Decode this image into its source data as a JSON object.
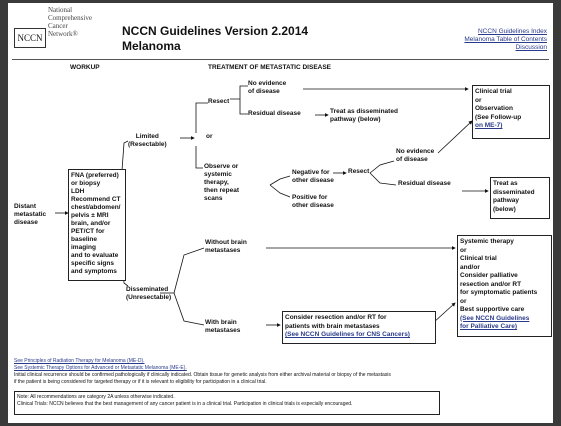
{
  "header": {
    "logo_text": "NCCN",
    "org_lines": [
      "National",
      "Comprehensive",
      "Cancer",
      "Network®"
    ],
    "title": "NCCN Guidelines Version 2.2014",
    "subtitle": "Melanoma",
    "links": [
      "NCCN Guidelines Index",
      "Melanoma Table of Contents",
      "Discussion"
    ]
  },
  "columns": {
    "workup": "WORKUP",
    "treatment": "TREATMENT OF METASTATIC DISEASE"
  },
  "nodes": {
    "distant": [
      "Distant",
      "metastatic",
      "disease"
    ],
    "workup_items": [
      "FNA (preferred)",
      "or biopsy",
      "LDH",
      "Recommend CT",
      "chest/abdomen/",
      "pelvis ± MRI",
      "brain, and/or",
      "PET/CT for",
      "baseline imaging",
      "and to evaluate",
      "specific signs",
      "and symptoms"
    ],
    "limited": [
      "Limited",
      "(Resectable)"
    ],
    "disseminated": [
      "Disseminated",
      "(Unresectable)"
    ],
    "resect": "Resect",
    "or_small": "or",
    "no_evidence": [
      "No evidence",
      "of disease"
    ],
    "residual": "Residual disease",
    "treat_diss": [
      "Treat as disseminated",
      "pathway (below)"
    ],
    "observe": [
      "Observe or",
      "systemic",
      "therapy,",
      "then repeat",
      "scans"
    ],
    "negative": [
      "Negative for",
      "other disease"
    ],
    "positive": [
      "Positive for",
      "other disease"
    ],
    "resect2": "Resect",
    "no_evidence2": [
      "No evidence",
      "of disease"
    ],
    "residual2": "Residual disease",
    "clinical_trial": [
      "Clinical trial",
      "or",
      "Observation",
      "(See Follow-up",
      "on ME-7)"
    ],
    "treat_diss2": [
      "Treat as",
      "disseminated",
      "pathway",
      "(below)"
    ],
    "without_brain": [
      "Without brain",
      "metastases"
    ],
    "with_brain": [
      "With brain",
      "metastases"
    ],
    "consider": [
      "Consider resection and/or RT for",
      "patients with brain metastases",
      "(See NCCN Guidelines for CNS Cancers)"
    ],
    "systemic": [
      "Systemic therapy",
      "or",
      "Clinical trial",
      "and/or",
      "Consider palliative",
      "resection and/or RT",
      "for symptomatic patients",
      "or",
      "Best supportive care",
      "(See NCCN Guidelines",
      "for Palliative Care)"
    ]
  },
  "footnotes": [
    "See Principles of Radiation Therapy for Melanoma (ME-D).",
    "See Systemic Therapy Options for Advanced or Metastatic Melanoma (ME-E).",
    "Initial clinical recurrence should be confirmed pathologically if clinically indicated. Obtain tissue for genetic analysis from either archival material or biopsy of the metastasis",
    "if the patient is being considered for targeted therapy or if it is relevant to eligibility for participation in a clinical trial."
  ],
  "note": [
    "Note: All recommendations are category 2A unless otherwise indicated.",
    "Clinical Trials: NCCN believes that the best management of any cancer patient is in a clinical trial. Participation in clinical trials is especially encouraged."
  ]
}
